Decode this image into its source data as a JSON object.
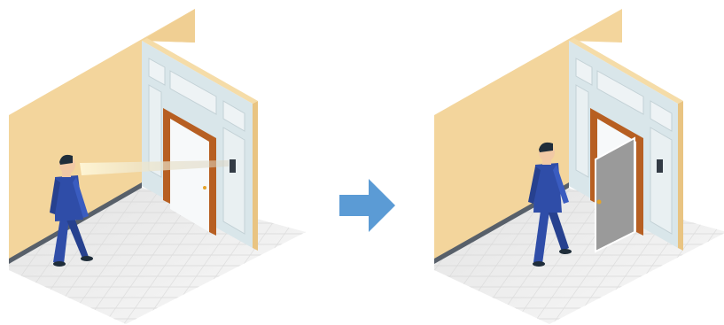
{
  "scenes": [
    {
      "label": "",
      "state": "door-closed",
      "elements": [
        "wall",
        "tiled-floor",
        "framed-doorway",
        "wooden-door",
        "card-reader",
        "person-walking",
        "sensor-beam"
      ]
    },
    {
      "label": "",
      "state": "door-open",
      "elements": [
        "wall",
        "tiled-floor",
        "framed-doorway",
        "opened-door",
        "card-reader",
        "person-walking"
      ]
    }
  ],
  "arrow": {
    "direction": "right",
    "color": "#5b9bd5"
  },
  "colors": {
    "wall_face": "#f3d59c",
    "wall_side": "#e9c482",
    "floor": "#eeeeee",
    "frame": "#d9e6ea",
    "glass": "#e6eef1",
    "door_wood": "#b75f22",
    "door_open": "#9a9a9a",
    "suit": "#2f4da8",
    "hair": "#1f2d3a"
  }
}
